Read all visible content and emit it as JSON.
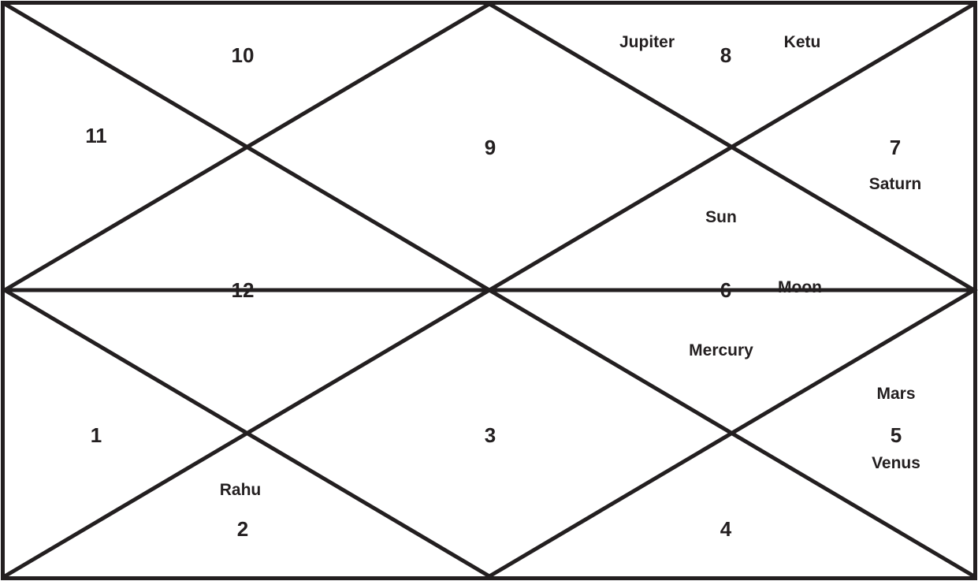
{
  "diagram": {
    "houses": {
      "h1": "1",
      "h2": "2",
      "h3": "3",
      "h4": "4",
      "h5": "5",
      "h6": "6",
      "h7": "7",
      "h8": "8",
      "h9": "9",
      "h10": "10",
      "h11": "11",
      "h12": "12"
    },
    "planets": {
      "jupiter": "Jupiter",
      "ketu": "Ketu",
      "saturn": "Saturn",
      "sun": "Sun",
      "moon": "Moon",
      "mercury": "Mercury",
      "mars": "Mars",
      "venus": "Venus",
      "rahu": "Rahu"
    },
    "colors": {
      "line": "#231f20",
      "background": "#ffffff"
    }
  }
}
